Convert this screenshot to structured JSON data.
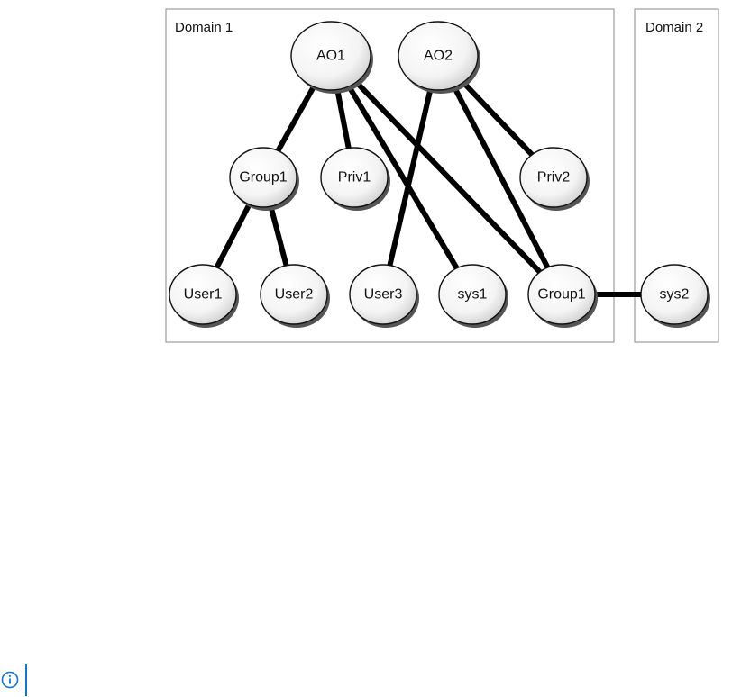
{
  "domains": [
    {
      "id": "d1",
      "label": "Domain 1"
    },
    {
      "id": "d2",
      "label": "Domain 2"
    }
  ],
  "nodes": [
    {
      "id": "ao1",
      "label": "AO1"
    },
    {
      "id": "ao2",
      "label": "AO2"
    },
    {
      "id": "group1a",
      "label": "Group1"
    },
    {
      "id": "priv1",
      "label": "Priv1"
    },
    {
      "id": "priv2",
      "label": "Priv2"
    },
    {
      "id": "user1",
      "label": "User1"
    },
    {
      "id": "user2",
      "label": "User2"
    },
    {
      "id": "user3",
      "label": "User3"
    },
    {
      "id": "sys1",
      "label": "sys1"
    },
    {
      "id": "group1b",
      "label": "Group1"
    },
    {
      "id": "sys2",
      "label": "sys2"
    }
  ],
  "edges": [
    {
      "from": "ao1",
      "to": "group1a"
    },
    {
      "from": "ao1",
      "to": "priv1"
    },
    {
      "from": "ao1",
      "to": "sys1"
    },
    {
      "from": "ao1",
      "to": "group1b"
    },
    {
      "from": "ao2",
      "to": "user3"
    },
    {
      "from": "ao2",
      "to": "priv2"
    },
    {
      "from": "ao2",
      "to": "group1b"
    },
    {
      "from": "group1a",
      "to": "user1"
    },
    {
      "from": "group1a",
      "to": "user2"
    },
    {
      "from": "group1b",
      "to": "sys2"
    }
  ],
  "colors": {
    "accent": "#1a73c4"
  },
  "note": {
    "icon": "info-icon"
  }
}
